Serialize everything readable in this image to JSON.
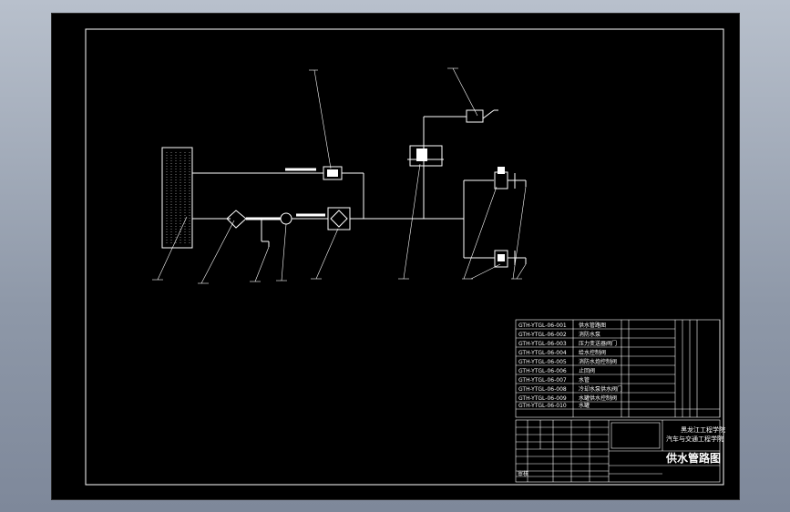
{
  "title_block": {
    "drawing_title": "供水管路图",
    "company_line1": "黑龙江工程学院",
    "company_line2": "汽车与交通工程学院",
    "label_review": "审核"
  },
  "parts_list": {
    "rows": [
      {
        "code": "GTH-YTGL-06-001",
        "name": "供水管路图"
      },
      {
        "code": "GTH-YTGL-06-002",
        "name": "消防水泵"
      },
      {
        "code": "GTH-YTGL-06-003",
        "name": "压力变送器阀门"
      },
      {
        "code": "GTH-YTGL-06-004",
        "name": "给水控制阀"
      },
      {
        "code": "GTH-YTGL-06-005",
        "name": "消防水炮控制阀"
      },
      {
        "code": "GTH-YTGL-06-006",
        "name": "止回阀"
      },
      {
        "code": "GTH-YTGL-06-007",
        "name": "水管"
      },
      {
        "code": "GTH-YTGL-06-008",
        "name": "冷却水泵供水阀门"
      },
      {
        "code": "GTH-YTGL-06-009",
        "name": "水罐供水控制阀"
      },
      {
        "code": "GTH-YTGL-06-010",
        "name": "水罐"
      }
    ]
  }
}
